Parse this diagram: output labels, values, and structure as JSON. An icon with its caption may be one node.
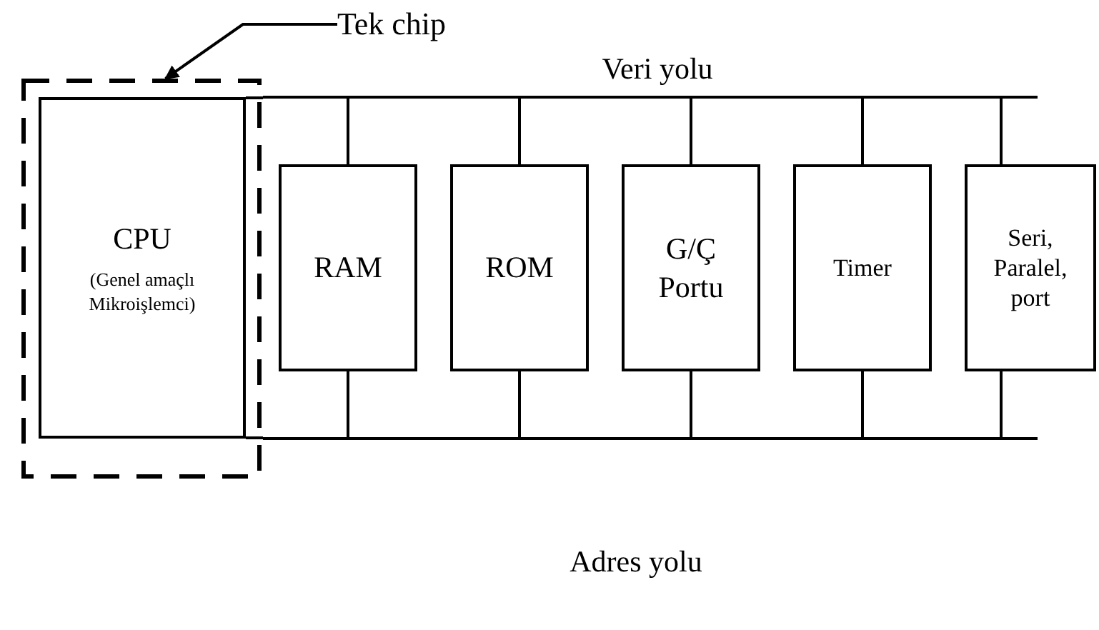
{
  "diagram": {
    "nodes": [
      {
        "text": [
          "Tek chip"
        ]
      },
      {
        "text": [],
        "shape": "box"
      },
      {
        "text": [
          "CPU",
          "(Genel amaçlı Mikroişlemci)"
        ],
        "in": 1
      },
      {
        "text": [
          "RAM"
        ]
      },
      {
        "text": [
          "ROM"
        ]
      },
      {
        "text": [
          "G/Ç Portu"
        ]
      },
      {
        "text": [
          "Timer"
        ]
      },
      {
        "text": [
          "Seri, Paralel, port"
        ]
      },
      {
        "text": [],
        "shape": "bar",
        "beside": [
          "Veri yolu"
        ]
      },
      {
        "text": [],
        "shape": "bar",
        "beside": [
          "Adres yolu"
        ]
      }
    ],
    "edges": [
      {
        "from": 0,
        "to": 1,
        "arrow": "to"
      },
      {
        "from": 2,
        "to": 8,
        "arrow": "none"
      },
      {
        "from": 8,
        "to": 3,
        "arrow": "none"
      },
      {
        "from": 8,
        "to": 4,
        "arrow": "none"
      },
      {
        "from": 8,
        "to": 5,
        "arrow": "none"
      },
      {
        "from": 8,
        "to": 6,
        "arrow": "none"
      },
      {
        "from": 8,
        "to": 7,
        "arrow": "none"
      },
      {
        "from": 2,
        "to": 9,
        "arrow": "none"
      },
      {
        "from": 3,
        "to": 9,
        "arrow": "none"
      },
      {
        "from": 4,
        "to": 9,
        "arrow": "none"
      },
      {
        "from": 5,
        "to": 9,
        "arrow": "none"
      },
      {
        "from": 6,
        "to": 9,
        "arrow": "none"
      },
      {
        "from": 7,
        "to": 9,
        "arrow": "none"
      }
    ]
  }
}
